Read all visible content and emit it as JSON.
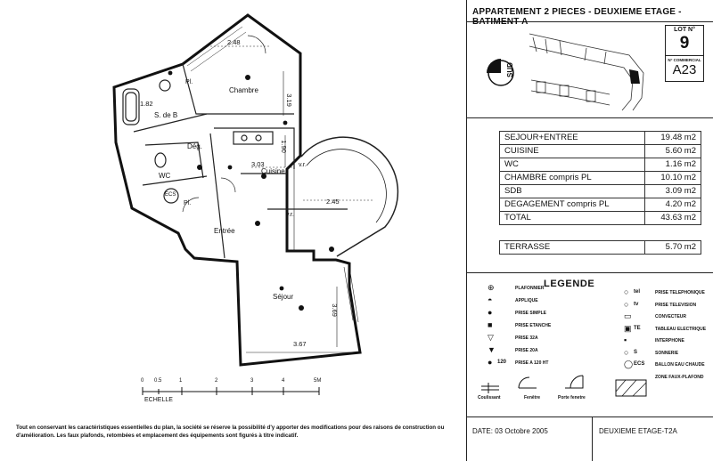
{
  "header": {
    "title": "APPARTEMENT 2 PIECES - DEUXIEME ETAGE - BATIMENT A",
    "lot_label": "LOT N°",
    "lot_number": "9",
    "commercial_label": "N° COMMERCIAL",
    "commercial_number": "A23",
    "compass_label": "SUD"
  },
  "surfaces": [
    {
      "label": "SEJOUR+ENTREE",
      "value": "19.48 m2"
    },
    {
      "label": "CUISINE",
      "value": "5.60 m2"
    },
    {
      "label": "WC",
      "value": "1.16 m2"
    },
    {
      "label": "CHAMBRE compris PL",
      "value": "10.10 m2"
    },
    {
      "label": "SDB",
      "value": "3.09 m2"
    },
    {
      "label": "DEGAGEMENT compris PL",
      "value": "4.20 m2"
    }
  ],
  "total": {
    "label": "TOTAL",
    "value": "43.63 m2"
  },
  "terrasse": {
    "label": "TERRASSE",
    "value": "5.70 m2"
  },
  "legend": {
    "title": "LEGENDE",
    "left": [
      {
        "label": "PLAFONNIER",
        "symbol": "plafonnier-icon"
      },
      {
        "label": "APPLIQUE",
        "symbol": "applique-icon"
      },
      {
        "label": "PRISE SIMPLE",
        "symbol": "prise-simple-icon"
      },
      {
        "label": "PRISE ETANCHE",
        "symbol": "prise-etanche-icon"
      },
      {
        "label": "PRISE 32A",
        "symbol": "prise-32a-icon"
      },
      {
        "label": "PRISE 20A",
        "symbol": "prise-20a-icon"
      },
      {
        "label": "PRISE A 120 HT",
        "symbol": "prise-120-icon",
        "tag": "120"
      }
    ],
    "right": [
      {
        "label": "PRISE TELEPHONIQUE",
        "symbol": "telephone-icon",
        "tag": "tel"
      },
      {
        "label": "PRISE TELEVISION",
        "symbol": "television-icon",
        "tag": "tv"
      },
      {
        "label": "CONVECTEUR",
        "symbol": "convecteur-icon"
      },
      {
        "label": "TABLEAU ELECTRIQUE",
        "symbol": "tableau-icon",
        "tag": "TE"
      },
      {
        "label": "INTERPHONE",
        "symbol": "interphone-icon"
      },
      {
        "label": "SONNERIE",
        "symbol": "sonnerie-icon",
        "tag": "S"
      },
      {
        "label": "BALLON EAU CHAUDE",
        "symbol": "ballon-icon",
        "tag": "ECS"
      },
      {
        "label": "ZONE FAUX-PLAFOND",
        "symbol": "faux-plafond-icon"
      }
    ],
    "openings": [
      "Coulissant",
      "Fenêtre",
      "Porte fenetre"
    ]
  },
  "plan": {
    "rooms": {
      "chambre": "Chambre",
      "sdb": "S. de B",
      "deg": "Dég.",
      "wc": "WC",
      "cuisine": "Cuisine",
      "entree": "Entrée",
      "sejour": "Séjour",
      "pl1": "Pl.",
      "pl2": "Pl.",
      "vr1": "v.r.",
      "vr2": "v.r.",
      "ecs": "ECS"
    },
    "dimensions": {
      "d_248": "2.48",
      "d_182": "1.82",
      "d_319": "3.19",
      "d_190": "1.90",
      "d_303": "3.03",
      "d_245": "2.45",
      "d_367": "3.67",
      "d_369": "3.69"
    }
  },
  "scale": {
    "ticks": [
      "0",
      "0.5",
      "1",
      "2",
      "3",
      "4",
      "5M"
    ],
    "label": "ECHELLE"
  },
  "footer": {
    "note": "Tout en conservant les caractéristiques essentielles du plan, la société se réserve la possibilité d'y apporter des modifications pour des raisons de construction ou d'amélioration. Les faux plafonds, retombées et emplacement des équipements sont figurés à titre indicatif.",
    "date_label": "DATE:",
    "date_value": "03 Octobre 2005",
    "level": "DEUXIEME ETAGE-T2A"
  }
}
